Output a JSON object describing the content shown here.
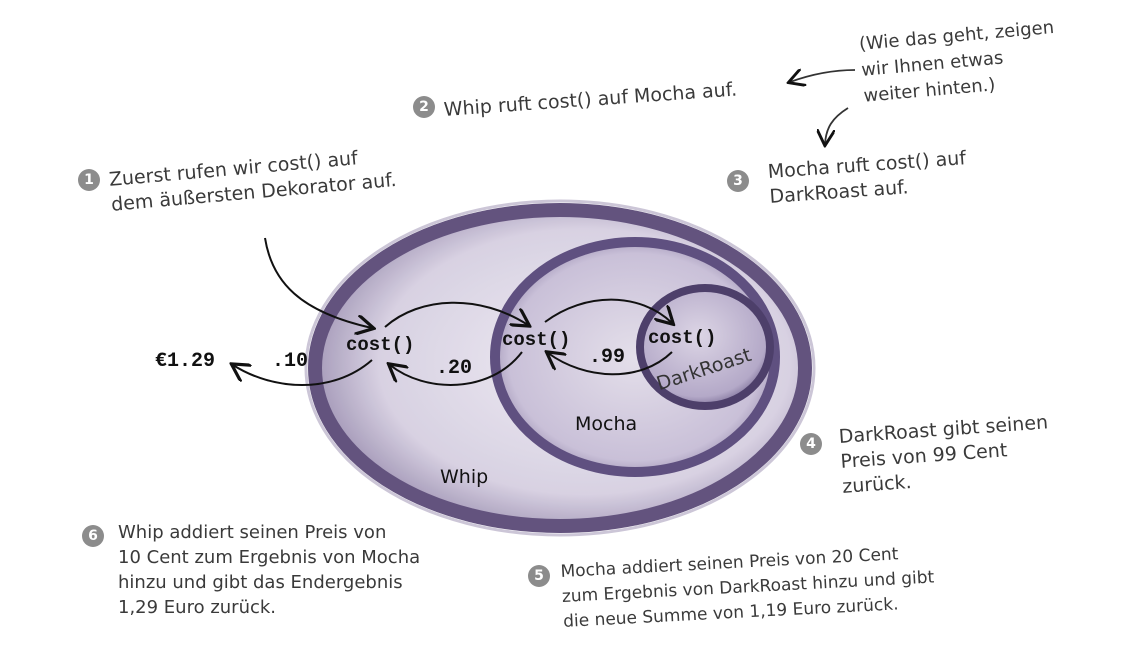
{
  "labels": {
    "whip": "Whip",
    "mocha": "Mocha",
    "darkroast": "DarkRoast",
    "cost_whip": "cost()",
    "cost_mocha": "cost()",
    "cost_darkroast": "cost()",
    "total": "€1.29",
    "val_whip": ".10",
    "val_mocha": ".20",
    "val_darkroast": ".99"
  },
  "steps": [
    {
      "num": "1",
      "text": "Zuerst rufen wir cost() auf\ndem äußersten Dekorator auf."
    },
    {
      "num": "2",
      "text": "Whip ruft cost() auf Mocha auf."
    },
    {
      "num": "3",
      "text": "Mocha ruft cost() auf\nDarkRoast auf."
    },
    {
      "num": "4",
      "text": "DarkRoast gibt seinen\nPreis von 99 Cent\nzurück."
    },
    {
      "num": "5",
      "text": "Mocha addiert seinen Preis von 20 Cent\nzum Ergebnis von DarkRoast hinzu und gibt\ndie neue Summe von 1,19 Euro zurück."
    },
    {
      "num": "6",
      "text": "Whip addiert seinen Preis von\n10 Cent zum Ergebnis von Mocha\nhinzu und gibt das Endergebnis\n1,29 Euro zurück."
    }
  ],
  "aside": "(Wie das geht, zeigen\nwir Ihnen etwas\nweiter hinten.)",
  "colors": {
    "outer_ring": "#5b4a78",
    "outer_fill": "#d9d3e3",
    "mid_ring": "#5f5080",
    "mid_fill": "#ccc4da",
    "inner_ring": "#4d3f6a",
    "inner_fill": "#b9aecb",
    "step_badge": "#8c8c8c"
  }
}
